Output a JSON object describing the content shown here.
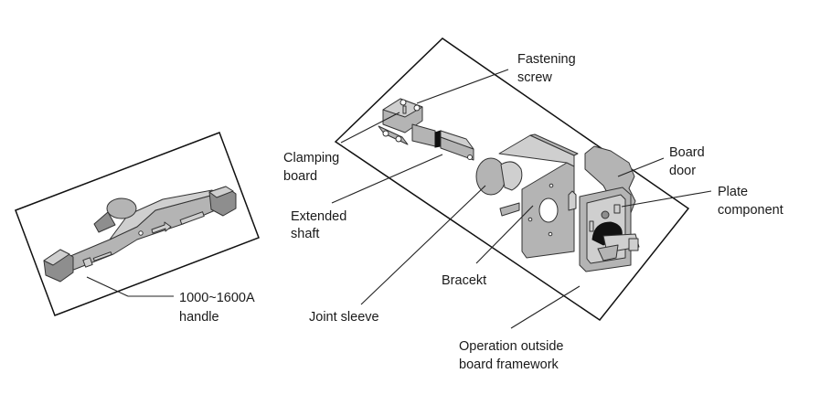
{
  "diagram": {
    "title": "",
    "labels": {
      "handle": [
        "1000~1600A",
        "handle"
      ],
      "fastening_screw": [
        "Fastening",
        "screw"
      ],
      "clamping_board": [
        "Clamping",
        "board"
      ],
      "extended_shaft": [
        "Extended",
        "shaft"
      ],
      "joint_sleeve": [
        "Joint sleeve"
      ],
      "bracket": [
        "Bracekt"
      ],
      "board_door": [
        "Board",
        "door"
      ],
      "plate_component": [
        "Plate",
        "component"
      ],
      "framework": [
        "Operation outside",
        "board framework"
      ]
    }
  }
}
